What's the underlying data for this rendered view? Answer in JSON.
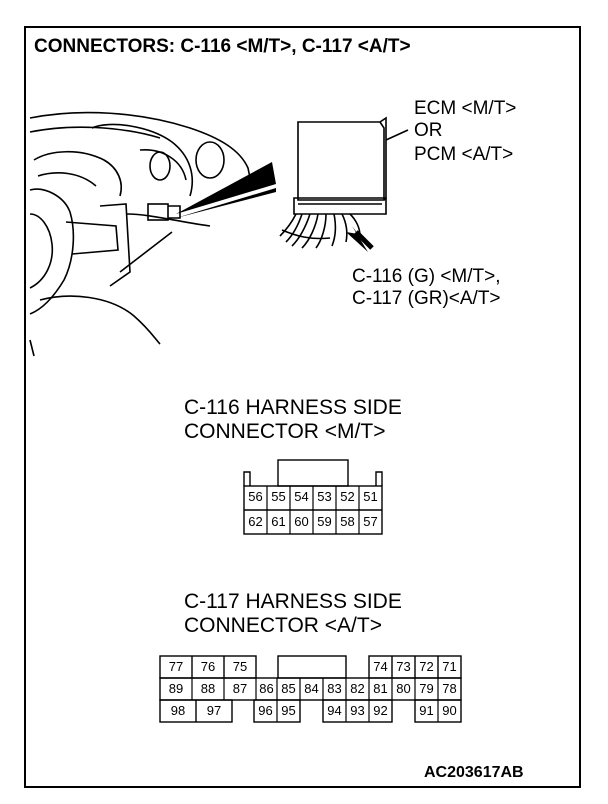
{
  "title": "CONNECTORS: C-116 <M/T>, C-117 <A/T>",
  "ecm_label": [
    "ECM <M/T>",
    "OR",
    "PCM <A/T>"
  ],
  "connector_label": [
    "C-116 (G) <M/T>,",
    "C-117 (GR)<A/T>"
  ],
  "c116": {
    "heading": [
      "C-116 HARNESS SIDE",
      "CONNECTOR <M/T>"
    ],
    "row1": [
      "56",
      "55",
      "54",
      "53",
      "52",
      "51"
    ],
    "row2": [
      "62",
      "61",
      "60",
      "59",
      "58",
      "57"
    ]
  },
  "c117": {
    "heading": [
      "C-117 HARNESS SIDE",
      "CONNECTOR <A/T>"
    ],
    "row1": [
      "77",
      "76",
      "75",
      "",
      "",
      "",
      "",
      "",
      "74",
      "73",
      "72",
      "71"
    ],
    "row2": [
      "89",
      "88",
      "87",
      "86",
      "85",
      "84",
      "83",
      "82",
      "81",
      "80",
      "79",
      "78"
    ],
    "row3": [
      "98",
      "97",
      "",
      "96",
      "95",
      "",
      "94",
      "93",
      "92",
      "",
      "91",
      "90"
    ]
  },
  "figure_code": "AC203617AB"
}
